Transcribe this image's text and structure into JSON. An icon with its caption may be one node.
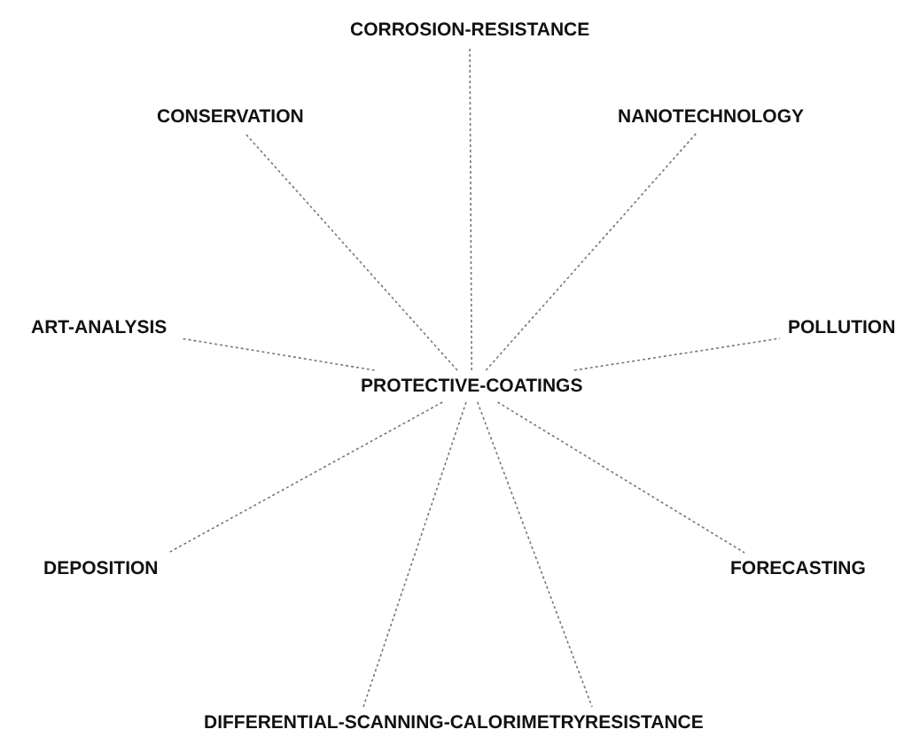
{
  "diagram": {
    "nodes": [
      {
        "text": [
          "PROTECTIVE-COATINGS"
        ]
      },
      {
        "text": [
          "CORROSION-RESISTANCE"
        ]
      },
      {
        "text": [
          "CONSERVATION"
        ]
      },
      {
        "text": [
          "NANOTECHNOLOGY"
        ]
      },
      {
        "text": [
          "ART-ANALYSIS"
        ]
      },
      {
        "text": [
          "POLLUTION"
        ]
      },
      {
        "text": [
          "DEPOSITION"
        ]
      },
      {
        "text": [
          "FORECASTING"
        ]
      },
      {
        "text": [
          "DIFFERENTIAL-SCANNING-CALORIMETRY"
        ]
      },
      {
        "text": [
          "RESISTANCE"
        ]
      }
    ],
    "edges": [
      {
        "from": 0,
        "to": 1,
        "arrow": "none"
      },
      {
        "from": 0,
        "to": 2,
        "arrow": "none"
      },
      {
        "from": 0,
        "to": 3,
        "arrow": "none"
      },
      {
        "from": 0,
        "to": 4,
        "arrow": "none"
      },
      {
        "from": 0,
        "to": 5,
        "arrow": "none"
      },
      {
        "from": 0,
        "to": 6,
        "arrow": "none"
      },
      {
        "from": 0,
        "to": 7,
        "arrow": "none"
      },
      {
        "from": 0,
        "to": 8,
        "arrow": "none"
      },
      {
        "from": 0,
        "to": 9,
        "arrow": "none"
      }
    ]
  }
}
